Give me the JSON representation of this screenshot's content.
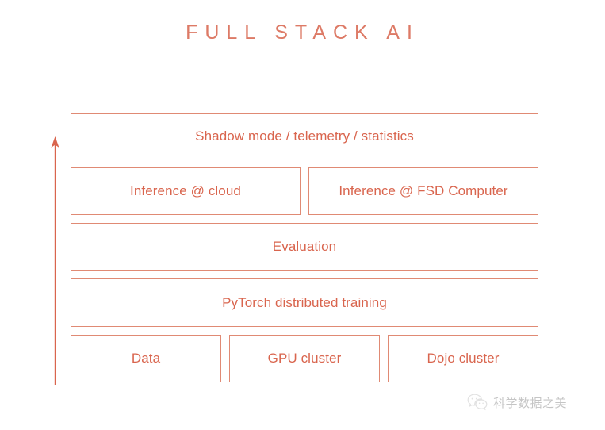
{
  "page": {
    "background_color": "#ffffff",
    "title": "FULL STACK AI",
    "accent_color": "#d9654e",
    "border_color": "#e08a74"
  },
  "arrow": {
    "name": "upward-stack-arrow",
    "direction": "up",
    "color": "#d9654e"
  },
  "stack": {
    "rows": [
      {
        "layout": "full",
        "boxes": [
          {
            "label": "Shadow mode / telemetry / statistics"
          }
        ]
      },
      {
        "layout": "two",
        "boxes": [
          {
            "label": "Inference @ cloud"
          },
          {
            "label": "Inference @ FSD Computer"
          }
        ]
      },
      {
        "layout": "full",
        "boxes": [
          {
            "label": "Evaluation"
          }
        ]
      },
      {
        "layout": "full",
        "boxes": [
          {
            "label": "PyTorch distributed training"
          }
        ]
      },
      {
        "layout": "three",
        "boxes": [
          {
            "label": "Data"
          },
          {
            "label": "GPU cluster"
          },
          {
            "label": "Dojo cluster"
          }
        ]
      }
    ]
  },
  "watermark": {
    "icon": "wechat-icon",
    "text": "科学数据之美",
    "color": "#c5c5c5"
  }
}
